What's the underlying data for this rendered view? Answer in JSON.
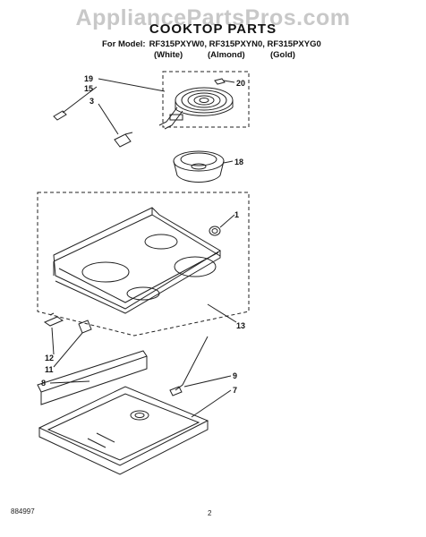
{
  "watermark": "AppliancePartsPros.com",
  "title": "COOKTOP PARTS",
  "model_prefix": "For Model:",
  "models": "RF315PXYW0, RF315PXYN0, RF315PXYG0",
  "colors": [
    "(White)",
    "(Almond)",
    "(Gold)"
  ],
  "callouts": [
    "19",
    "15",
    "3",
    "20",
    "18",
    "1",
    "13",
    "12",
    "11",
    "8",
    "9",
    "7"
  ],
  "footer_number": "884997",
  "page_number": "2"
}
